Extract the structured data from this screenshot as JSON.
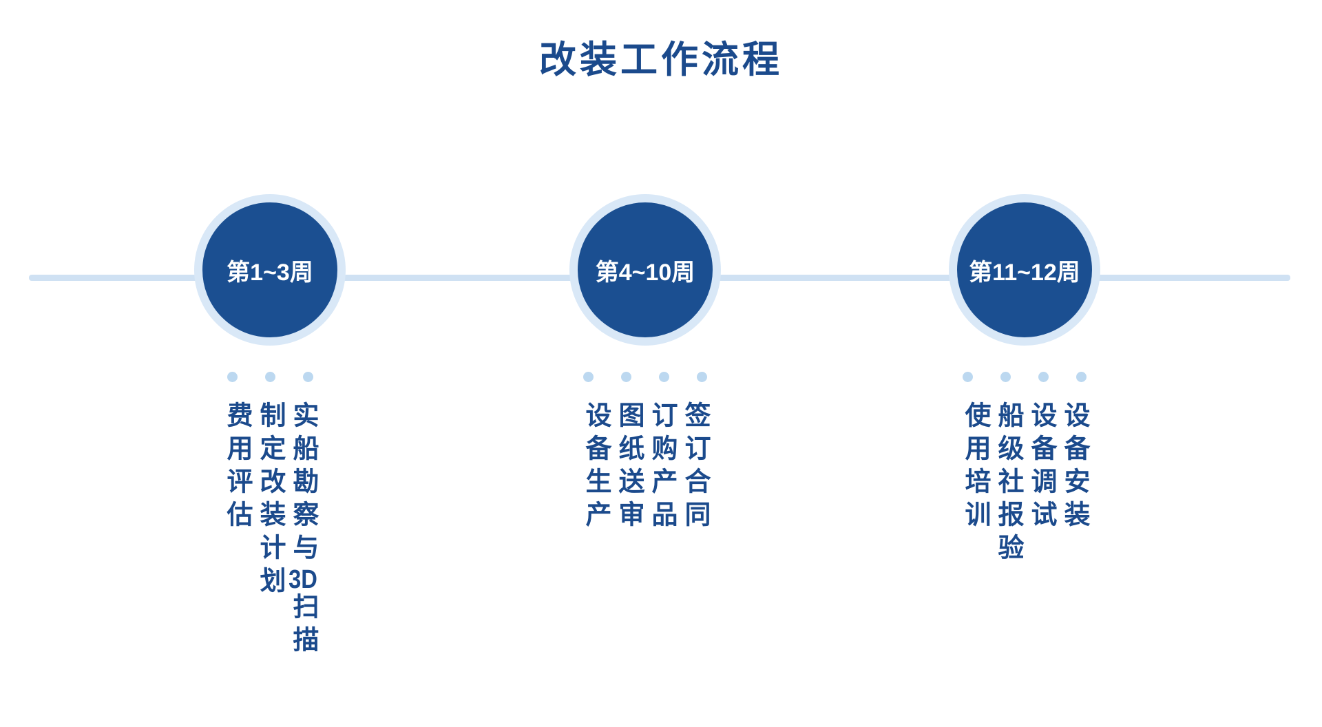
{
  "title": "改装工作流程",
  "colors": {
    "primary_circle": "#1b4f91",
    "circle_ring": "#d9e8f7",
    "timeline_line": "#cfe1f3",
    "dot": "#bcd8f0",
    "text": "#1b4a8c",
    "circle_label_text": "#ffffff",
    "background": "#ffffff"
  },
  "stages": [
    {
      "label": "第1~3周",
      "items": [
        "实船勘察与3D扫描",
        "制定改装计划",
        "费用评估"
      ]
    },
    {
      "label": "第4~10周",
      "items": [
        "签订合同",
        "订购产品",
        "图纸送审",
        "设备生产"
      ]
    },
    {
      "label": "第11~12周",
      "items": [
        "设备安装",
        "设备调试",
        "船级社报验",
        "使用培训"
      ]
    }
  ]
}
